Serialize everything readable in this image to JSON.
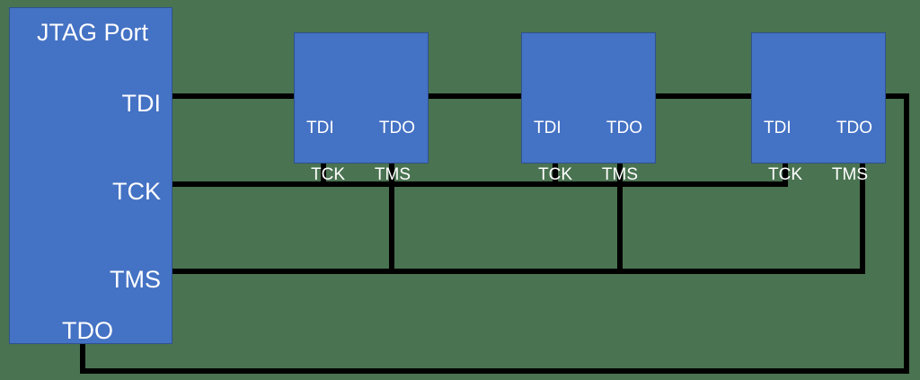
{
  "diagram": {
    "title": "JTAG daisy-chain boundary scan topology",
    "background_color": "#4a7351",
    "box_fill_color": "#4472c4",
    "box_border_color": "#2f528f",
    "wire_color": "#000000",
    "label_color": "#ffffff"
  },
  "jtag_port": {
    "title": "JTAG Port",
    "pins": {
      "tdi": "TDI",
      "tck": "TCK",
      "tms": "TMS",
      "tdo": "TDO"
    }
  },
  "devices": [
    {
      "index": 1,
      "pins": {
        "tdi": "TDI",
        "tdo": "TDO",
        "tck": "TCK",
        "tms": "TMS"
      }
    },
    {
      "index": 2,
      "pins": {
        "tdi": "TDI",
        "tdo": "TDO",
        "tck": "TCK",
        "tms": "TMS"
      }
    },
    {
      "index": 3,
      "pins": {
        "tdi": "TDI",
        "tdo": "TDO",
        "tck": "TCK",
        "tms": "TMS"
      }
    }
  ],
  "nets": {
    "tdi_chain": "TDI daisy chain: port TDI to device 1 TDI, device 1 TDO to device 2 TDI, device 2 TDO to device 3 TDI",
    "tck_bus": "TCK bus: port TCK to all device TCK pins",
    "tms_bus": "TMS bus: port TMS to all device TMS pins",
    "tdo_return": "TDO return: device 3 TDO back to port TDO"
  }
}
